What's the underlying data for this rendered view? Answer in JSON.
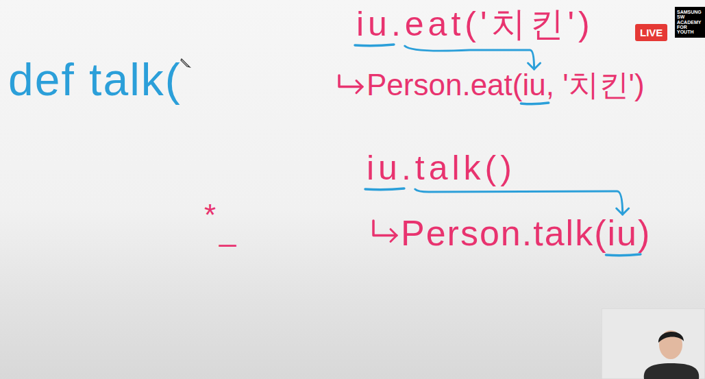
{
  "diagram": {
    "nodes": [
      {
        "text": [
          "LIVE"
        ]
      },
      {
        "text": [
          "SAMSUNG SW ACADEMY FOR YOUTH"
        ]
      }
    ],
    "labels": [
      "def talk(",
      "iu.eat('치킨')",
      "Person.eat(iu, '치킨')",
      "iu.talk()",
      "Person.talk(iu)",
      "*",
      "_"
    ]
  }
}
